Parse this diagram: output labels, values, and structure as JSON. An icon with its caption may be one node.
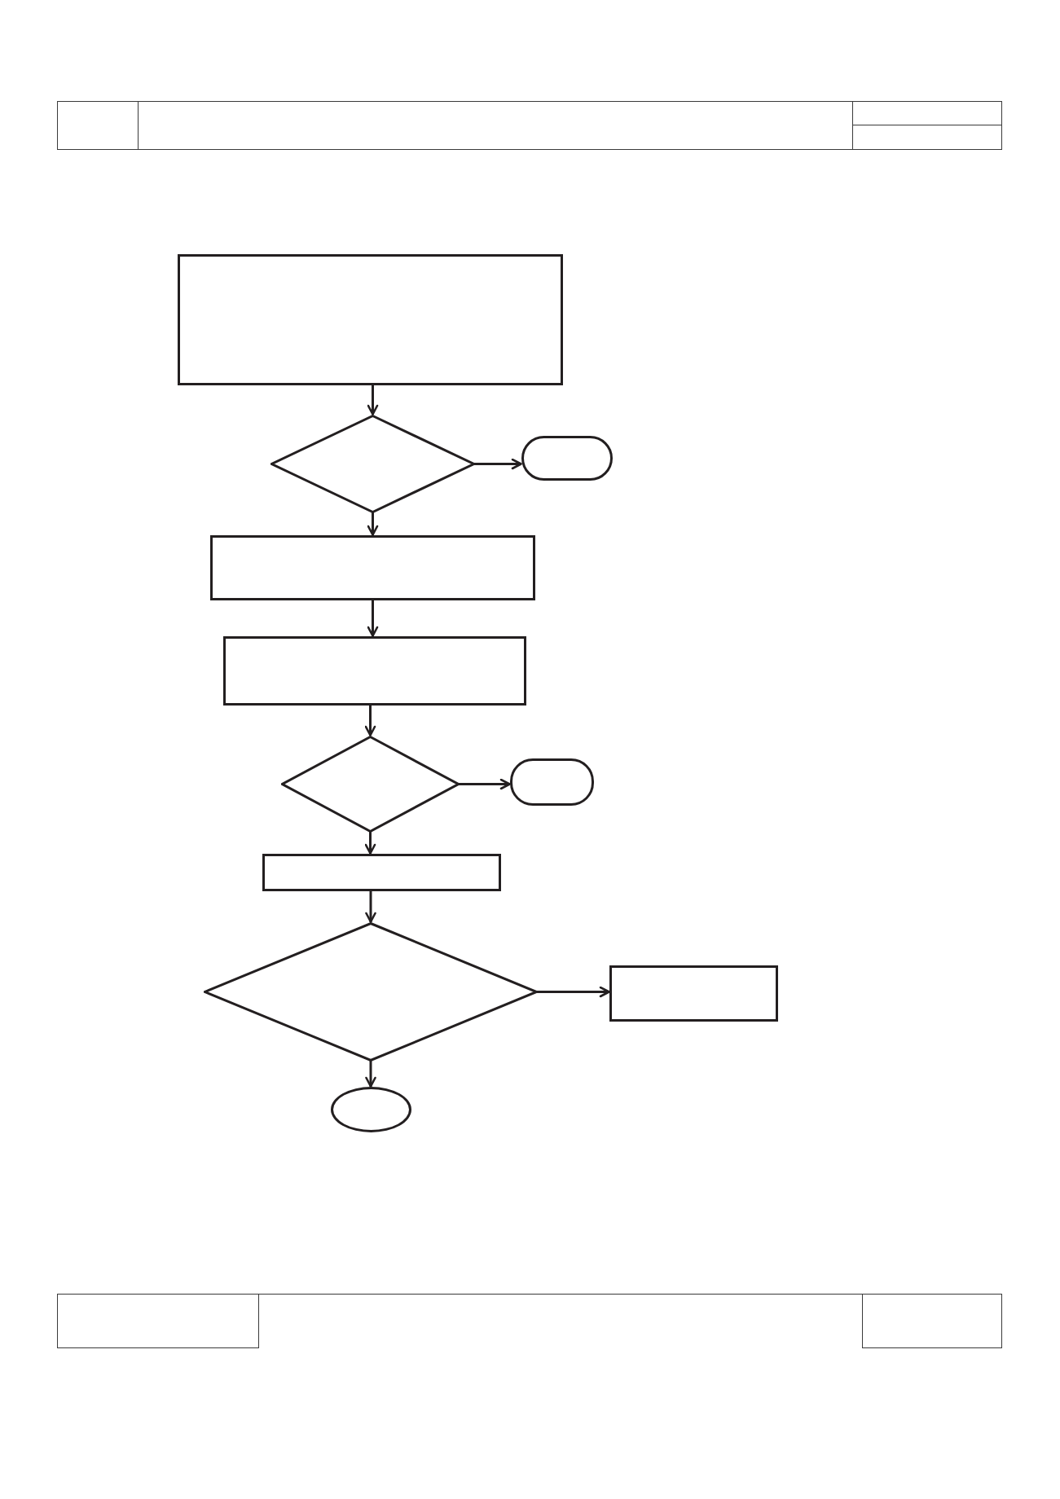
{
  "diagram": {
    "nodes": [
      {
        "text": [],
        "shape": "box"
      },
      {
        "text": [],
        "shape": "diamond"
      },
      {
        "text": [],
        "shape": "terminal"
      },
      {
        "text": [],
        "shape": "box"
      },
      {
        "text": [],
        "shape": "box"
      },
      {
        "text": [],
        "shape": "diamond"
      },
      {
        "text": [],
        "shape": "terminal"
      },
      {
        "text": [],
        "shape": "box"
      },
      {
        "text": [],
        "shape": "diamond"
      },
      {
        "text": [],
        "shape": "box"
      },
      {
        "text": [],
        "shape": "ellipse"
      }
    ],
    "edges": [
      {
        "from": 0,
        "to": 1,
        "arrow": "to"
      },
      {
        "from": 1,
        "to": 2,
        "arrow": "to"
      },
      {
        "from": 1,
        "to": 3,
        "arrow": "to"
      },
      {
        "from": 3,
        "to": 4,
        "arrow": "to"
      },
      {
        "from": 4,
        "to": 5,
        "arrow": "to"
      },
      {
        "from": 5,
        "to": 6,
        "arrow": "to"
      },
      {
        "from": 5,
        "to": 7,
        "arrow": "to"
      },
      {
        "from": 7,
        "to": 8,
        "arrow": "to"
      },
      {
        "from": 8,
        "to": 9,
        "arrow": "to"
      },
      {
        "from": 8,
        "to": 10,
        "arrow": "to"
      }
    ]
  }
}
